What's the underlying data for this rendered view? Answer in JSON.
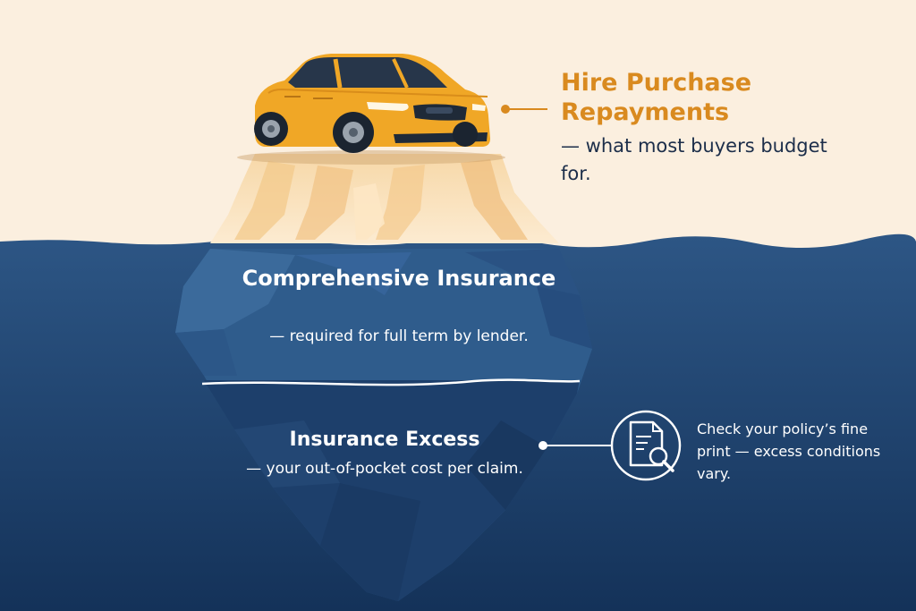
{
  "colors": {
    "sky": "#fbefdf",
    "ocean_top": "#2d5685",
    "ocean_bottom": "#143259",
    "accent_orange": "#d98a1f",
    "car_body": "#f0a726",
    "text_dark": "#1c2e4a",
    "text_light": "#ffffff"
  },
  "layers": {
    "hire_purchase": {
      "title": "Hire Purchase Repayments",
      "subtitle": "— what most buyers budget for."
    },
    "comprehensive_insurance": {
      "title": "Comprehensive Insurance",
      "subtitle": "— required for full term by lender."
    },
    "insurance_excess": {
      "title": "Insurance Excess",
      "subtitle": "— your out-of-pocket cost per claim."
    }
  },
  "callout": {
    "icon": "document-search-icon",
    "text": "Check your policy’s fine print — excess conditions vary."
  },
  "illustration": {
    "main_object": "car-icon",
    "metaphor": "iceberg-icon"
  }
}
